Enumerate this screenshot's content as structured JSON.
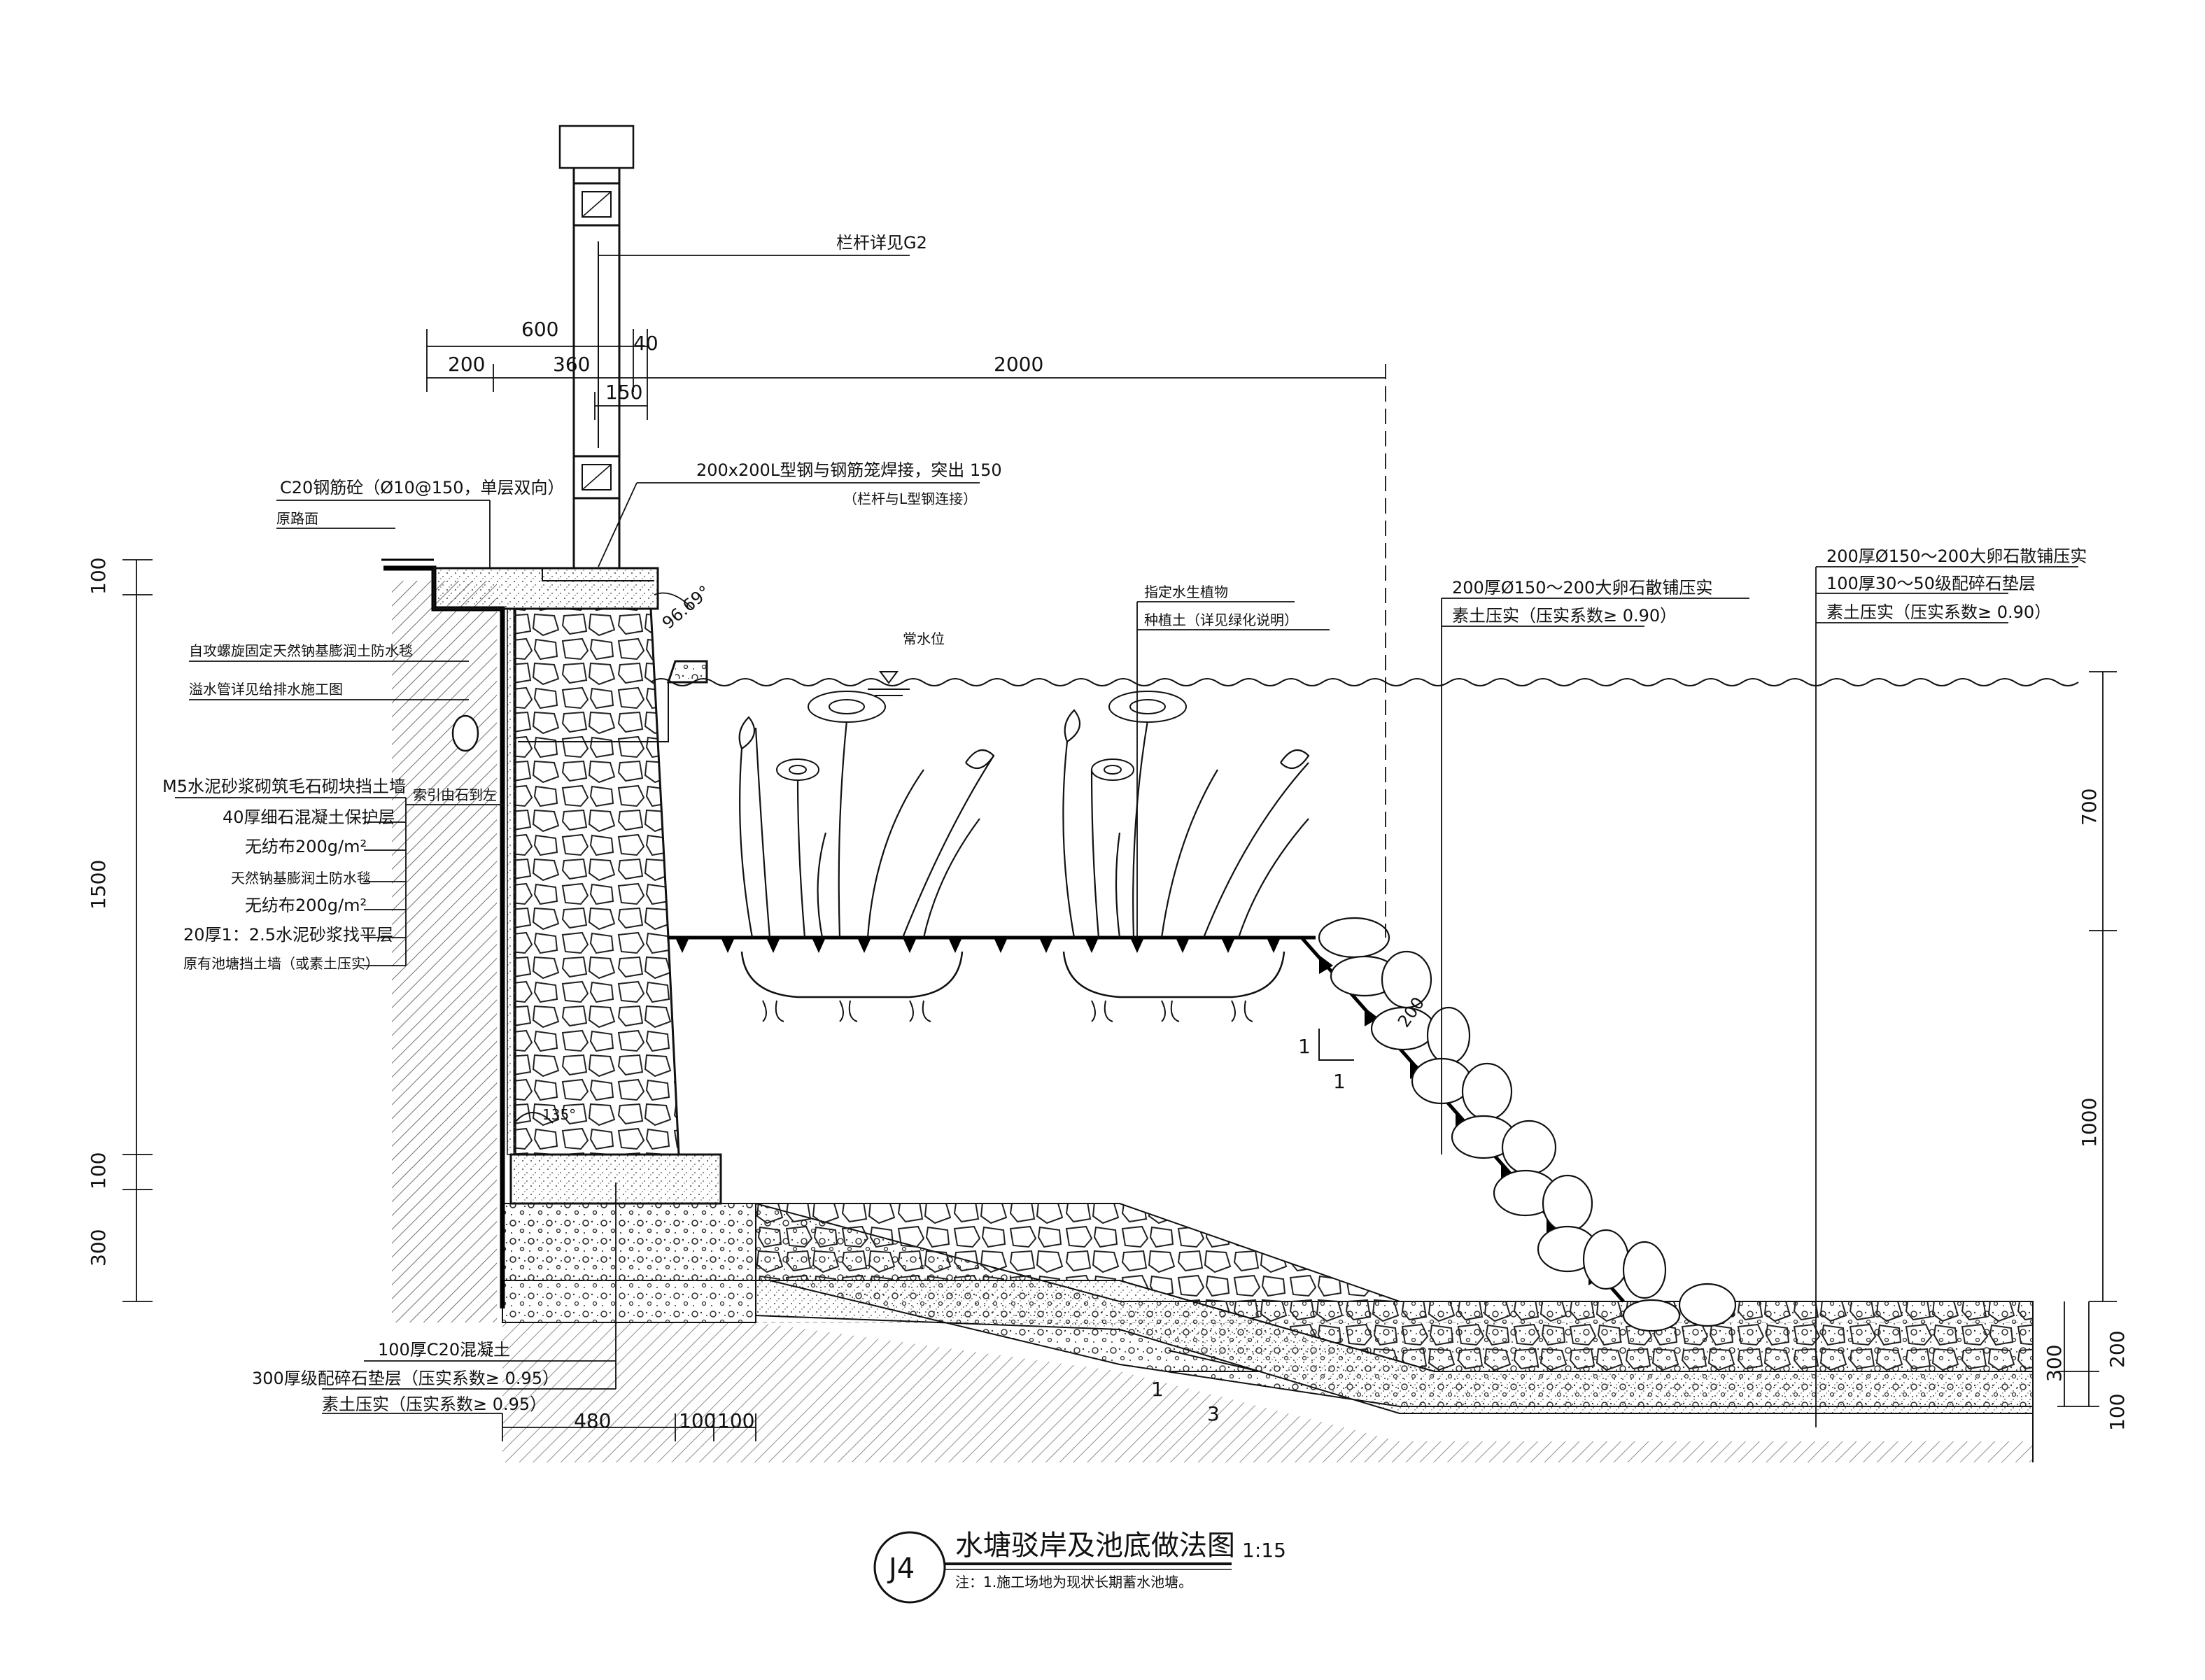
{
  "dimensions": {
    "top_600": "600",
    "top_200": "200",
    "top_360": "360",
    "top_40": "40",
    "top_2000": "2000",
    "top_150": "150",
    "left_100a": "100",
    "left_1500": "1500",
    "left_100b": "100",
    "left_300": "300",
    "right_700": "700",
    "right_1000": "1000",
    "right_200": "200",
    "right_100": "100",
    "right_300": "300",
    "bottom_480": "480",
    "bottom_100a": "100",
    "bottom_100b": "100",
    "slope_200": "200",
    "angle": "96.69°",
    "small_angle": "135°"
  },
  "labels": {
    "railing": "栏杆详见G2",
    "steel_angle": "200x200L型钢与钢筋笼焊接，突出 150",
    "steel_angle_sub": "（栏杆与L型钢连接）",
    "c20": "C20钢筋砼（Ø10@150，单层双向）",
    "road": "原路面",
    "waterproof_blanket": "自攻螺旋固定天然钠基膨润土防水毯",
    "overflow": "溢水管详见给排水施工图",
    "rubble_wall": "M5水泥砂浆砌筑毛石砌块挡土墙",
    "fine_concrete": "40厚细石混凝土保护层",
    "geotextile1": "无纺布200g/m²",
    "bentonite": "天然钠基膨润土防水毯",
    "geotextile2": "无纺布200g/m²",
    "mortar": "20厚1：2.5水泥砂浆找平层",
    "orig_wall": "原有池塘挡土墙（或素土压实）",
    "anchor_stone": "索引由石到左",
    "aquatic": "指定水生植物",
    "planting_soil": "种植土（详见绿化说明）",
    "water_level": "常水位",
    "pebble_mid": "200厚Ø150～200大卵石散铺压实",
    "soil_mid": "素土压实（压实系数≥ 0.90）",
    "pebble_right": "200厚Ø150～200大卵石散铺压实",
    "gravel_right": "100厚30～50级配碎石垫层",
    "soil_right": "素土压实（压实系数≥ 0.90）",
    "c20_100": "100厚C20混凝土",
    "gravel_300": "300厚级配碎石垫层（压实系数≥ 0.95）",
    "soil_bottom": "素土压实（压实系数≥ 0.95）",
    "slope1_v": "1",
    "slope1_h": "1",
    "slope2_v": "1",
    "slope2_h": "3"
  },
  "title_block": {
    "code": "J4",
    "title": "水塘驳岸及池底做法图",
    "scale": "1:15",
    "note": "注：1.施工场地为现状长期蓄水池塘。"
  }
}
